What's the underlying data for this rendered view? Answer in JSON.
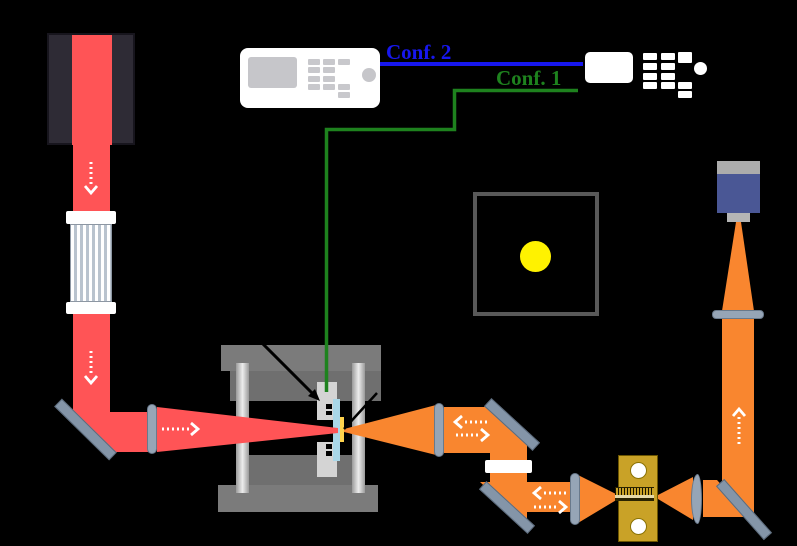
{
  "diagram": {
    "type": "optical-experiment-schematic",
    "labels": {
      "conf2": "Conf. 2",
      "conf1": "Conf. 1"
    },
    "colors": {
      "background": "#000000",
      "beam_red": "#ff5456",
      "beam_orange": "#f9862f",
      "wire_conf2_blue": "#1717ee",
      "wire_conf1_green": "#1e821e",
      "mirror_slate": "#8495a8",
      "lens_slate": "#96a5b6",
      "chamber_gray": "#7b7b7b",
      "holder_gray": "#d4d4d4",
      "glass_slide_blue": "#a9d7e8",
      "sample_yellow": "#ffd34d",
      "gold_mount": "#c9a227",
      "camera_body_blue": "#4a5795",
      "inset_spot_yellow": "#fff200",
      "laser_housing": "#2e2b35"
    },
    "components": [
      "laser-head",
      "beam-attenuator",
      "fold-mirror",
      "focusing-lens",
      "sample-chamber",
      "sample-holder",
      "glass-slide",
      "sample-target",
      "collection-lens",
      "fold-mirror-2",
      "filter-plate",
      "fold-mirror-3",
      "relay-lens",
      "slit-mount",
      "meniscus-lens",
      "fold-mirror-4",
      "imaging-lens",
      "camera",
      "signal-generator",
      "computer",
      "inset-image",
      "wire-conf1",
      "wire-conf2"
    ]
  }
}
